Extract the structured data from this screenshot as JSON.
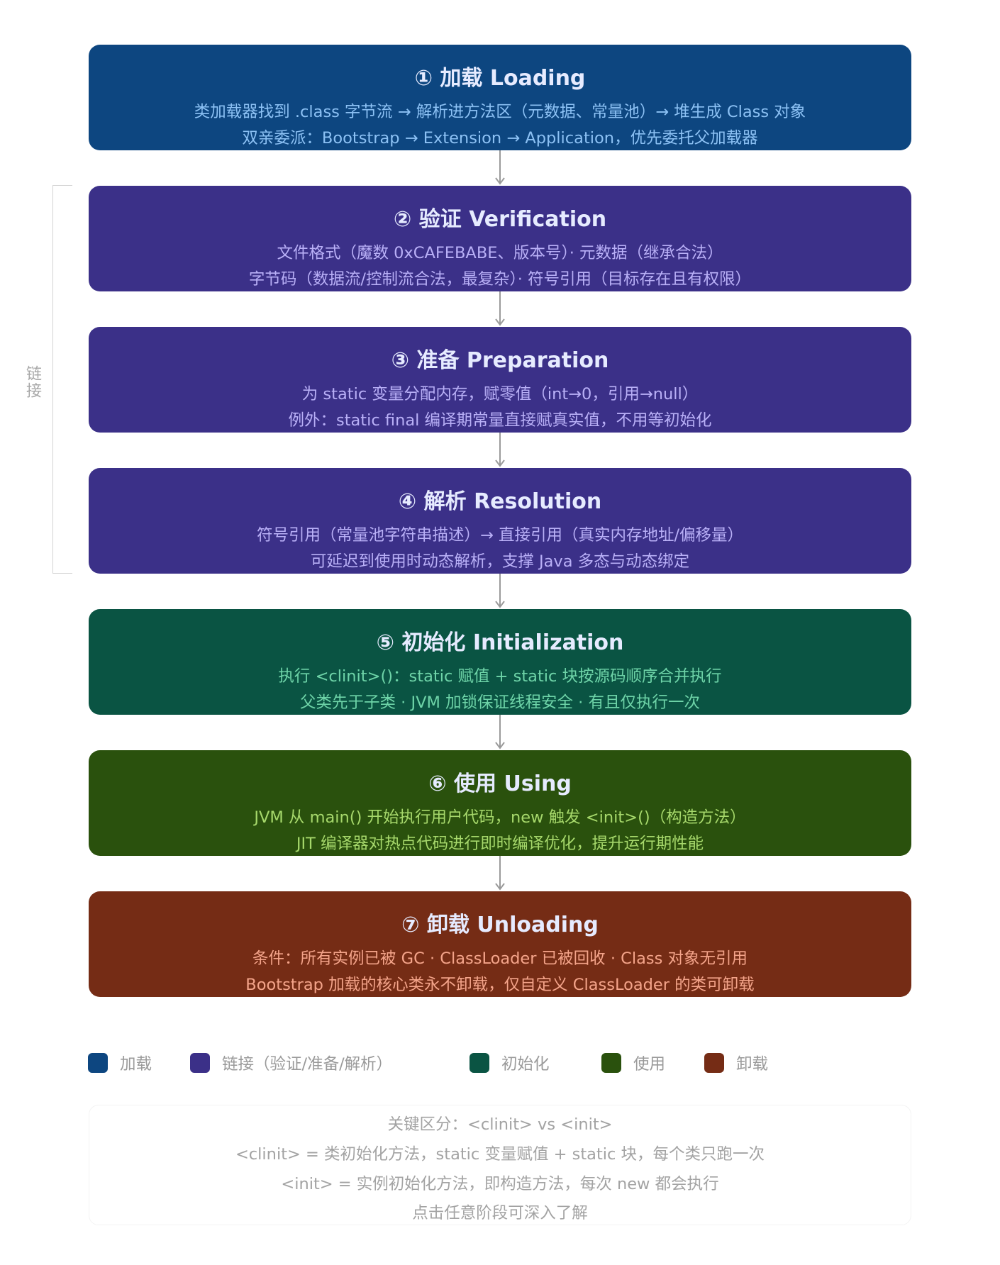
{
  "stages": [
    {
      "title": "① 加载 Loading",
      "line1": "类加载器找到 .class 字节流 → 解析进方法区（元数据、常量池）→ 堆生成 Class 对象",
      "line2": "双亲委派：Bootstrap → Extension → Application，优先委托父加载器",
      "color": "#0d4680"
    },
    {
      "title": "② 验证 Verification",
      "line1": "文件格式（魔数 0xCAFEBABE、版本号）· 元数据（继承合法）",
      "line2": "字节码（数据流/控制流合法，最复杂）· 符号引用（目标存在且有权限）",
      "color": "#3b3088"
    },
    {
      "title": "③ 准备 Preparation",
      "line1": "为 static 变量分配内存，赋零值（int→0，引用→null）",
      "line2": "例外：static final 编译期常量直接赋真实值，不用等初始化",
      "color": "#3b3088"
    },
    {
      "title": "④ 解析 Resolution",
      "line1": "符号引用（常量池字符串描述）→ 直接引用（真实内存地址/偏移量）",
      "line2": "可延迟到使用时动态解析，支撑 Java 多态与动态绑定",
      "color": "#3b3088"
    },
    {
      "title": "⑤ 初始化 Initialization",
      "line1": "执行 <clinit>()：static 赋值 + static 块按源码顺序合并执行",
      "line2": "父类先于子类 · JVM 加锁保证线程安全 · 有且仅执行一次",
      "color": "#0a5443"
    },
    {
      "title": "⑥ 使用 Using",
      "line1": "JVM 从 main() 开始执行用户代码，new 触发 <init>()（构造方法）",
      "line2": "JIT 编译器对热点代码进行即时编译优化，提升运行期性能",
      "color": "#2a510d"
    },
    {
      "title": "⑦ 卸载 Unloading",
      "line1": "条件：所有实例已被 GC · ClassLoader 已被回收 · Class 对象无引用",
      "line2": "Bootstrap 加载的核心类永不卸载，仅自定义 ClassLoader 的类可卸载",
      "color": "#752c15"
    }
  ],
  "bracket_label": "链接",
  "legend": [
    {
      "label": "加载",
      "color": "#0d4680"
    },
    {
      "label": "链接（验证/准备/解析）",
      "color": "#3b3088"
    },
    {
      "label": "初始化",
      "color": "#0a5443"
    },
    {
      "label": "使用",
      "color": "#2a510d"
    },
    {
      "label": "卸载",
      "color": "#752c15"
    }
  ],
  "note": {
    "heading": "关键区分：<clinit> vs <init>",
    "line1": "<clinit> = 类初始化方法，static 变量赋值 + static 块，每个类只跑一次",
    "line2": "<init> = 实例初始化方法，即构造方法，每次 new 都会执行",
    "hint": "点击任意阶段可深入了解"
  }
}
